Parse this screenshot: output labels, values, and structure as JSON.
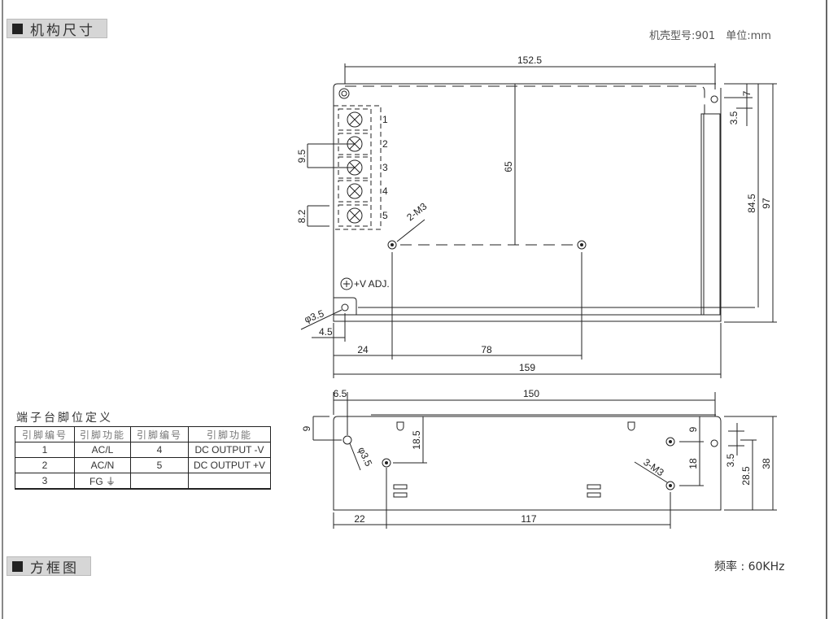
{
  "sections": {
    "mechanical": "机构尺寸",
    "block_diagram": "方框图"
  },
  "case_info": "机壳型号:901　单位:mm",
  "frequency": "频率 : 60KHz",
  "pin_table": {
    "title": "端子台脚位定义",
    "headers": [
      "引脚编号",
      "引脚功能",
      "引脚编号",
      "引脚功能"
    ],
    "rows": [
      [
        "1",
        "AC/L",
        "4",
        "DC OUTPUT -V"
      ],
      [
        "2",
        "AC/N",
        "5",
        "DC OUTPUT +V"
      ],
      [
        "3",
        "FG ⏚",
        "",
        ""
      ]
    ]
  },
  "top_view": {
    "terminals": [
      "1",
      "2",
      "3",
      "4",
      "5"
    ],
    "dims": {
      "width_top": "152.5",
      "height_65": "65",
      "pitch": "9.5",
      "term_h": "8.2",
      "right_7": "7",
      "right_3_5": "3.5",
      "right_84_5": "84.5",
      "right_97": "97",
      "hole_dia": "φ3.5",
      "hole_offset": "4.5",
      "d24": "24",
      "d78": "78",
      "d159": "159"
    },
    "labels": {
      "mount": "2-M3",
      "vadj": "+V ADJ."
    }
  },
  "side_view": {
    "dims": {
      "d6_5": "6.5",
      "d150": "150",
      "d9_left": "9",
      "d18_5": "18.5",
      "hole_dia": "φ3.5",
      "d9_right": "9",
      "d18": "18",
      "d3_5": "3.5",
      "d28_5": "28.5",
      "d38": "38",
      "d22": "22",
      "d117": "117"
    },
    "labels": {
      "mount": "3-M3"
    }
  }
}
